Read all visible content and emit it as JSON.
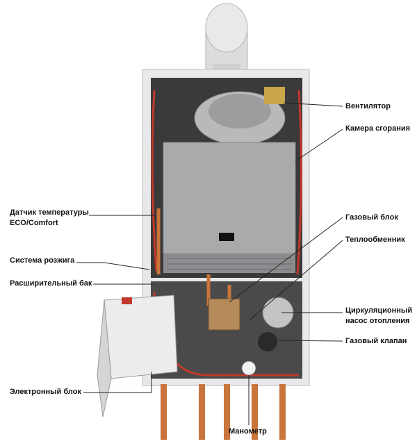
{
  "labels": {
    "fan": "Вентилятор",
    "combustion_chamber": "Камера сгорания",
    "temp_sensor_line1": "Датчик температуры",
    "temp_sensor_line2": "ECO/Comfort",
    "gas_block": "Газовый блок",
    "heat_exchanger": "Теплообменник",
    "ignition_system": "Система розжига",
    "expansion_tank": "Расширительный бак",
    "pump_line1": "Циркуляционный",
    "pump_line2": "насос отопления",
    "gas_valve": "Газовый клапан",
    "electronic_unit": "Электронный блок",
    "manometer": "Манометр"
  },
  "colors": {
    "casing": "#e8e8ea",
    "interior": "#3a3a3a",
    "exchanger": "#a9aaac",
    "copper": "#c8743a",
    "wire": "#c0392b",
    "leader": "#222222"
  }
}
